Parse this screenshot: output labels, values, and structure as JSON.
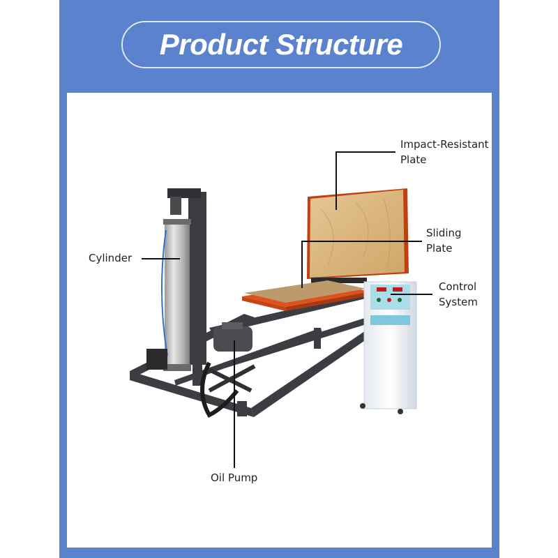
{
  "header": {
    "title": "Product Structure"
  },
  "colors": {
    "frame": "#5b83cd",
    "panel": "#ffffff",
    "pill_border": "#dfe6f3",
    "text": "#222222"
  },
  "labels": {
    "impact_plate_line1": "Impact-Resistant",
    "impact_plate_line2": "Plate",
    "sliding_plate_line1": "Sliding",
    "sliding_plate_line2": "Plate",
    "control_system_line1": "Control",
    "control_system_line2": "System",
    "cylinder": "Cylinder",
    "oil_pump": "Oil Pump"
  }
}
